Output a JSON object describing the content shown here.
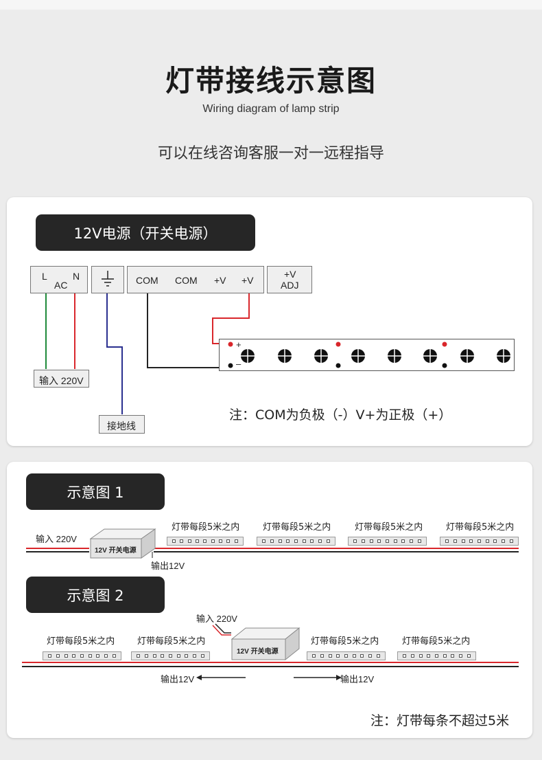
{
  "header": {
    "title": "灯带接线示意图",
    "subtitle": "Wiring diagram of lamp strip",
    "consult": "可以在线咨询客服一对一远程指导"
  },
  "section1": {
    "pill": "12V电源（开关电源）",
    "terminals": {
      "L": "L",
      "AC": "AC",
      "N": "N",
      "com1": "COM",
      "com2": "COM",
      "v1": "+V",
      "v2": "+V",
      "adj_top": "+V",
      "adj_bottom": "ADJ"
    },
    "input_label": "输入 220V",
    "ground_label": "接地线",
    "plus": "+",
    "minus": "–",
    "note": "注：COM为负极（-）V+为正极（+）"
  },
  "section2": {
    "pill1": "示意图 1",
    "pill2": "示意图 2",
    "strip_label": "灯带每段5米之内",
    "input_label": "输入 220V",
    "output_label": "输出12V",
    "psu_label": "12V 开关电源",
    "note": "注：灯带每条不超过5米"
  },
  "colors": {
    "pill_bg": "#262626",
    "wire_red": "#d9262b",
    "wire_green": "#1e8a3a",
    "wire_blue": "#2a2f8f",
    "wire_black": "#222222"
  }
}
